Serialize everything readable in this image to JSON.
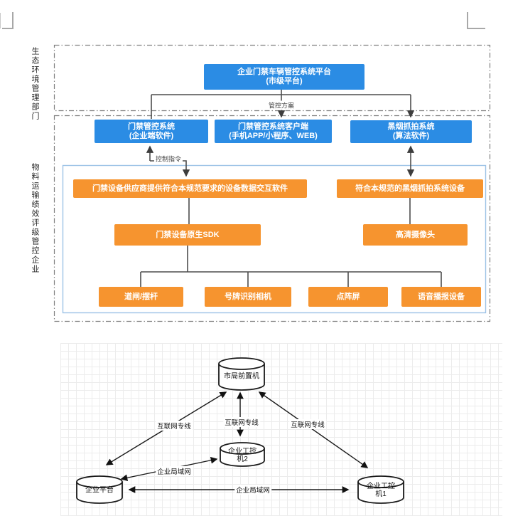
{
  "top_diagram": {
    "section1_label": "生态环境管理部门",
    "section2_label": "物料运输绩效评级管控企业",
    "nodes": {
      "platform": {
        "line1": "企业门禁车辆管控系统平台",
        "line2": "(市级平台)"
      },
      "access_system": {
        "line1": "门禁管控系统",
        "line2": "(企业端软件)"
      },
      "client": {
        "line1": "门禁管控系统客户端",
        "line2": "(手机APP/小程序、WEB)"
      },
      "smoke_system": {
        "line1": "黑烟抓拍系统",
        "line2": "(算法软件)"
      },
      "vendor_software": "门禁设备供应商提供符合本规范要求的设备数据交互软件",
      "sdk": "门禁设备原生SDK",
      "smoke_device": "符合本规范的黑烟抓拍系统设备",
      "camera": "高清摄像头",
      "barrier": "道闸/摆杆",
      "plate_camera": "号牌识别相机",
      "dot_screen": "点阵屏",
      "voice_device": "语音播报设备"
    },
    "edge_labels": {
      "plan": "管控方案",
      "command": "控制指令"
    },
    "colors": {
      "node_blue": "#2b8ce4",
      "node_orange": "#f6942f",
      "inner_border_blue": "#9dc3e6",
      "dash_border_gray": "#808080"
    }
  },
  "bottom_diagram": {
    "nodes": {
      "city_server": "市局前置机",
      "enterprise_platform": "企业平台",
      "ipc2_line1": "企业工控",
      "ipc2_line2": "机2",
      "ipc1_line1": "企业工控",
      "ipc1_line2": "机1"
    },
    "edge_labels": {
      "internet_left": "互联网专线",
      "internet_mid": "互联网专线",
      "internet_right": "互联网专线",
      "lan_diag": "企业局域网",
      "lan_horiz": "企业局域网"
    }
  }
}
